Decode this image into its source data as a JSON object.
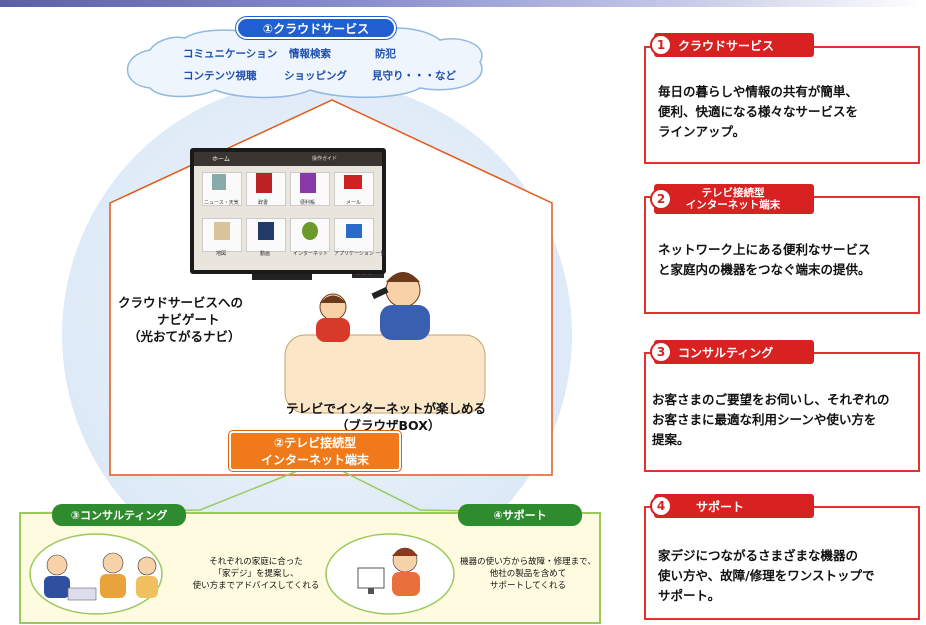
{
  "cloud": {
    "badge": "①クラウドサービス",
    "items": [
      "コミュニケーション",
      "情報検索",
      "防犯",
      "コンテンツ視聴",
      "ショッピング",
      "見守り・・・など"
    ]
  },
  "tv": {
    "home": "ホーム",
    "header_right": "操作ガイド",
    "tiles_top": [
      "ニュース・天気",
      "辞書",
      "便利帳",
      "メール"
    ],
    "tiles_bottom": [
      "地図",
      "動画",
      "インターネット",
      "アプリケーション 一覧"
    ]
  },
  "navigate": {
    "line1": "クラウドサービスへの",
    "line2": "ナビゲート",
    "line3": "（光おてがるナビ）"
  },
  "browser": {
    "line1": "テレビでインターネットが楽しめる",
    "line2": "（ブラウザBOX）"
  },
  "terminal_badge": {
    "line1": "②テレビ接続型",
    "line2": "インターネット端末"
  },
  "consult": {
    "tag": "③コンサルティング",
    "line1": "それぞれの家庭に合った",
    "line2": "「家デジ」を提案し、",
    "line3": "使い方までアドバイスしてくれる"
  },
  "support": {
    "tag": "④サポート",
    "line1": "機器の使い方から故障・修理まで、",
    "line2": "他社の製品を含めて",
    "line3": "サポートしてくれる"
  },
  "right": [
    {
      "num": "1",
      "title": "クラウドサービス",
      "lines": [
        "毎日の暮らしや情報の共有が簡単、",
        "便利、快適になる様々なサービスを",
        "ラインアップ。"
      ]
    },
    {
      "num": "2",
      "title_line1": "テレビ接続型",
      "title_line2": "インターネット端末",
      "lines": [
        "ネットワーク上にある便利なサービス",
        "と家庭内の機器をつなぐ端末の提供。"
      ]
    },
    {
      "num": "3",
      "title": "コンサルティング",
      "lines": [
        "お客さまのご要望をお伺いし、それぞれの",
        "お客さまに最適な利用シーンや使い方を",
        "提案。"
      ]
    },
    {
      "num": "4",
      "title": "サポート",
      "lines": [
        "家デジにつながるさまざまな機器の",
        "使い方や、故障/修理をワンストップで",
        "サポート。"
      ]
    }
  ],
  "colors": {
    "red": "#d82222",
    "green": "#2e8b2e",
    "orange": "#f07a1a",
    "blue": "#1f4fae"
  }
}
